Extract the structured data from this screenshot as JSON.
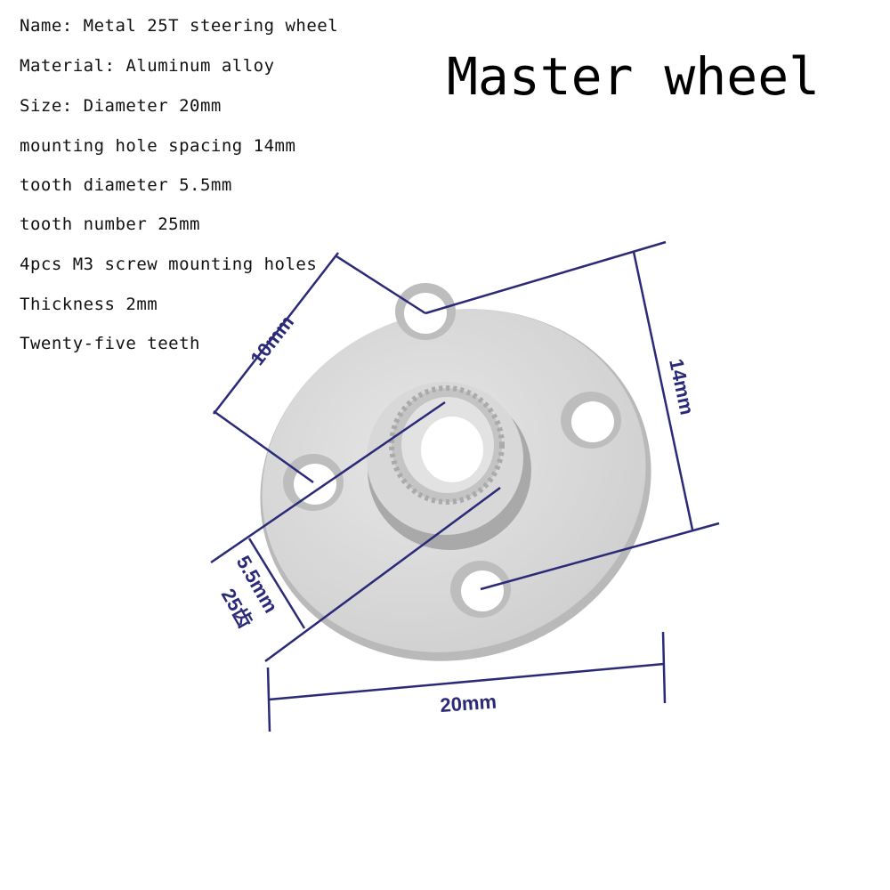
{
  "title": "Master wheel",
  "specs": [
    "Name: Metal 25T steering wheel",
    "Material: Aluminum alloy",
    "Size: Diameter 20mm",
    "mounting hole spacing 14mm",
    "tooth diameter 5.5mm",
    "tooth number 25mm",
    "4pcs M3 screw mounting holes",
    "Thickness 2mm",
    "Twenty-five teeth"
  ],
  "dimensions": {
    "hole_offset": "10mm",
    "hole_spacing": "14mm",
    "tooth_diameter": "5.5mm",
    "tooth_count": "25齿",
    "diameter": "20mm"
  },
  "colors": {
    "dimension_line": "#2a2a78",
    "metal": "#dcdcdc"
  }
}
